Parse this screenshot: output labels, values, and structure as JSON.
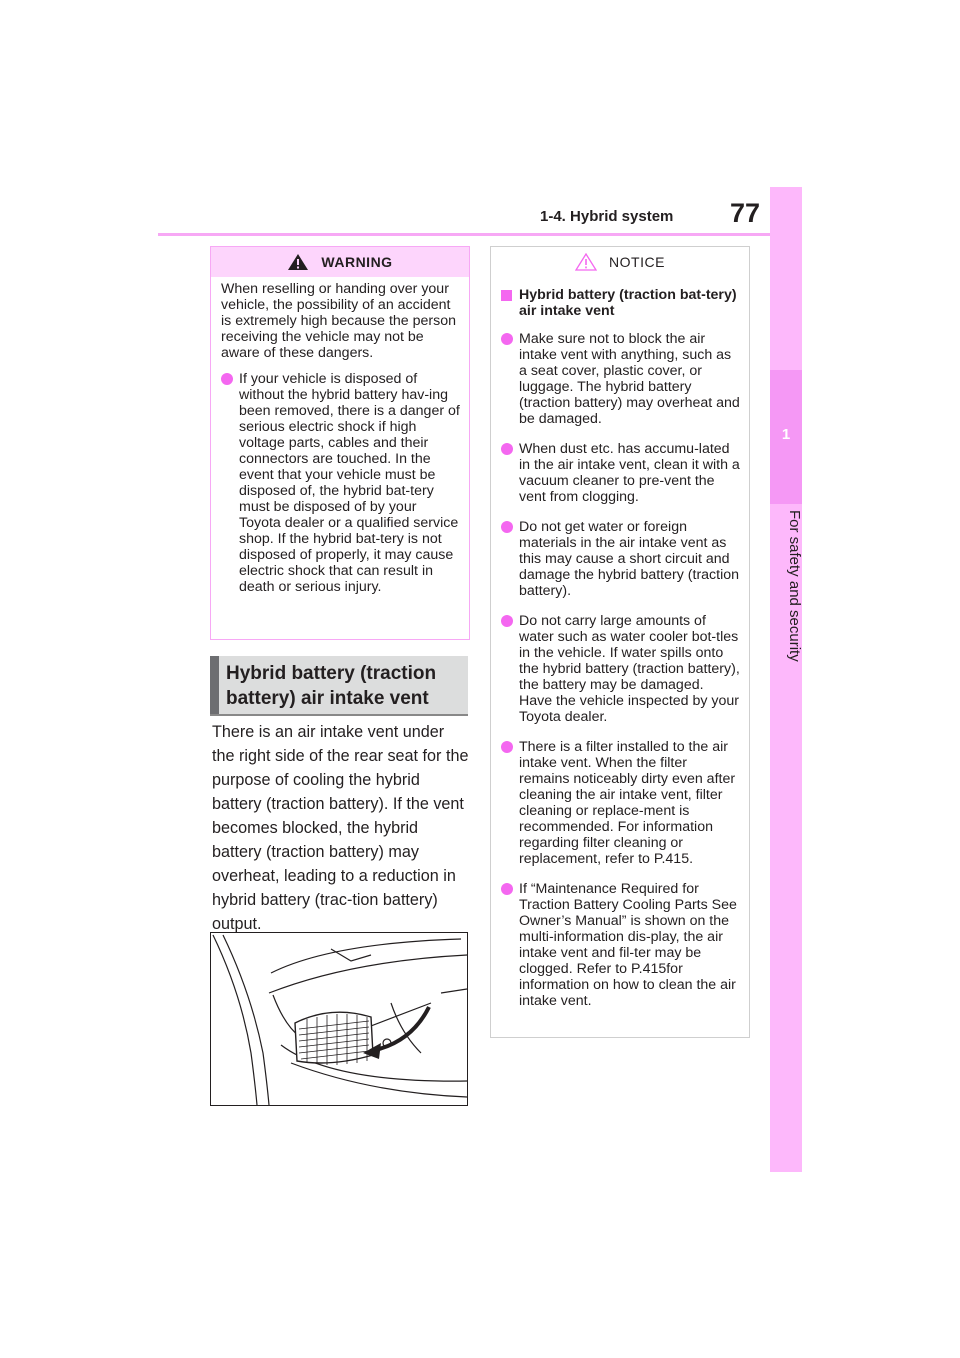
{
  "header": {
    "section": "1-4. Hybrid system",
    "page_number": "77"
  },
  "side_tab": {
    "chapter_number": "1",
    "chapter_title": "For safety and security"
  },
  "warning": {
    "title": "WARNING",
    "intro": "When reselling or handing over your vehicle, the possibility of an accident is extremely high because the person receiving the vehicle may not be aware of these dangers.",
    "bullets": [
      "If your vehicle is disposed of without the hybrid battery hav-ing been removed, there is a danger of serious electric shock if high voltage parts, cables and their connectors are touched. In the event that your vehicle must be disposed of, the hybrid bat-tery must be disposed of by your Toyota dealer or a qualified service shop. If the hybrid bat-tery is not disposed of properly, it may cause electric shock that can result in death or serious injury."
    ]
  },
  "section": {
    "title": "Hybrid battery (traction battery) air intake vent",
    "body": "There is an air intake vent under the right side of the rear seat for the purpose of cooling the hybrid battery (traction battery). If the vent becomes blocked, the hybrid battery (traction battery) may overheat, leading to a reduction in hybrid battery (trac-tion battery) output."
  },
  "figure": {
    "icon": "rear-seat-air-intake-vent-illustration"
  },
  "notice": {
    "title": "NOTICE",
    "subheading": "Hybrid battery (traction bat-tery) air intake vent",
    "bullets": [
      "Make sure not to block the air intake vent with anything, such as a seat cover, plastic cover, or luggage. The hybrid battery (traction battery) may overheat and be damaged.",
      "When dust etc. has accumu-lated in the air intake vent, clean it with a vacuum cleaner to pre-vent the vent from clogging.",
      "Do not get water or foreign materials in the air intake vent as this may cause a short circuit and damage the hybrid battery (traction battery).",
      "Do not carry large amounts of water such as water cooler bot-tles in the vehicle. If water spills onto the hybrid battery (traction battery), the battery may be damaged. Have the vehicle inspected by your Toyota dealer.",
      "There is a filter installed to the air intake vent. When the filter remains noticeably dirty even after cleaning the air intake vent, filter cleaning or replace-ment is recommended. For information regarding filter cleaning or replacement, refer to P.415.",
      "If “Maintenance Required for Traction Battery Cooling Parts See Owner’s Manual” is shown on the multi-information dis-play, the air intake vent and fil-ter may be clogged. Refer to P.415for information on how to clean the air intake vent."
    ]
  },
  "colors": {
    "accent_pink": "#f467f0",
    "tab_pink": "#fdb8fb",
    "section_gray": "#dcdddd"
  }
}
